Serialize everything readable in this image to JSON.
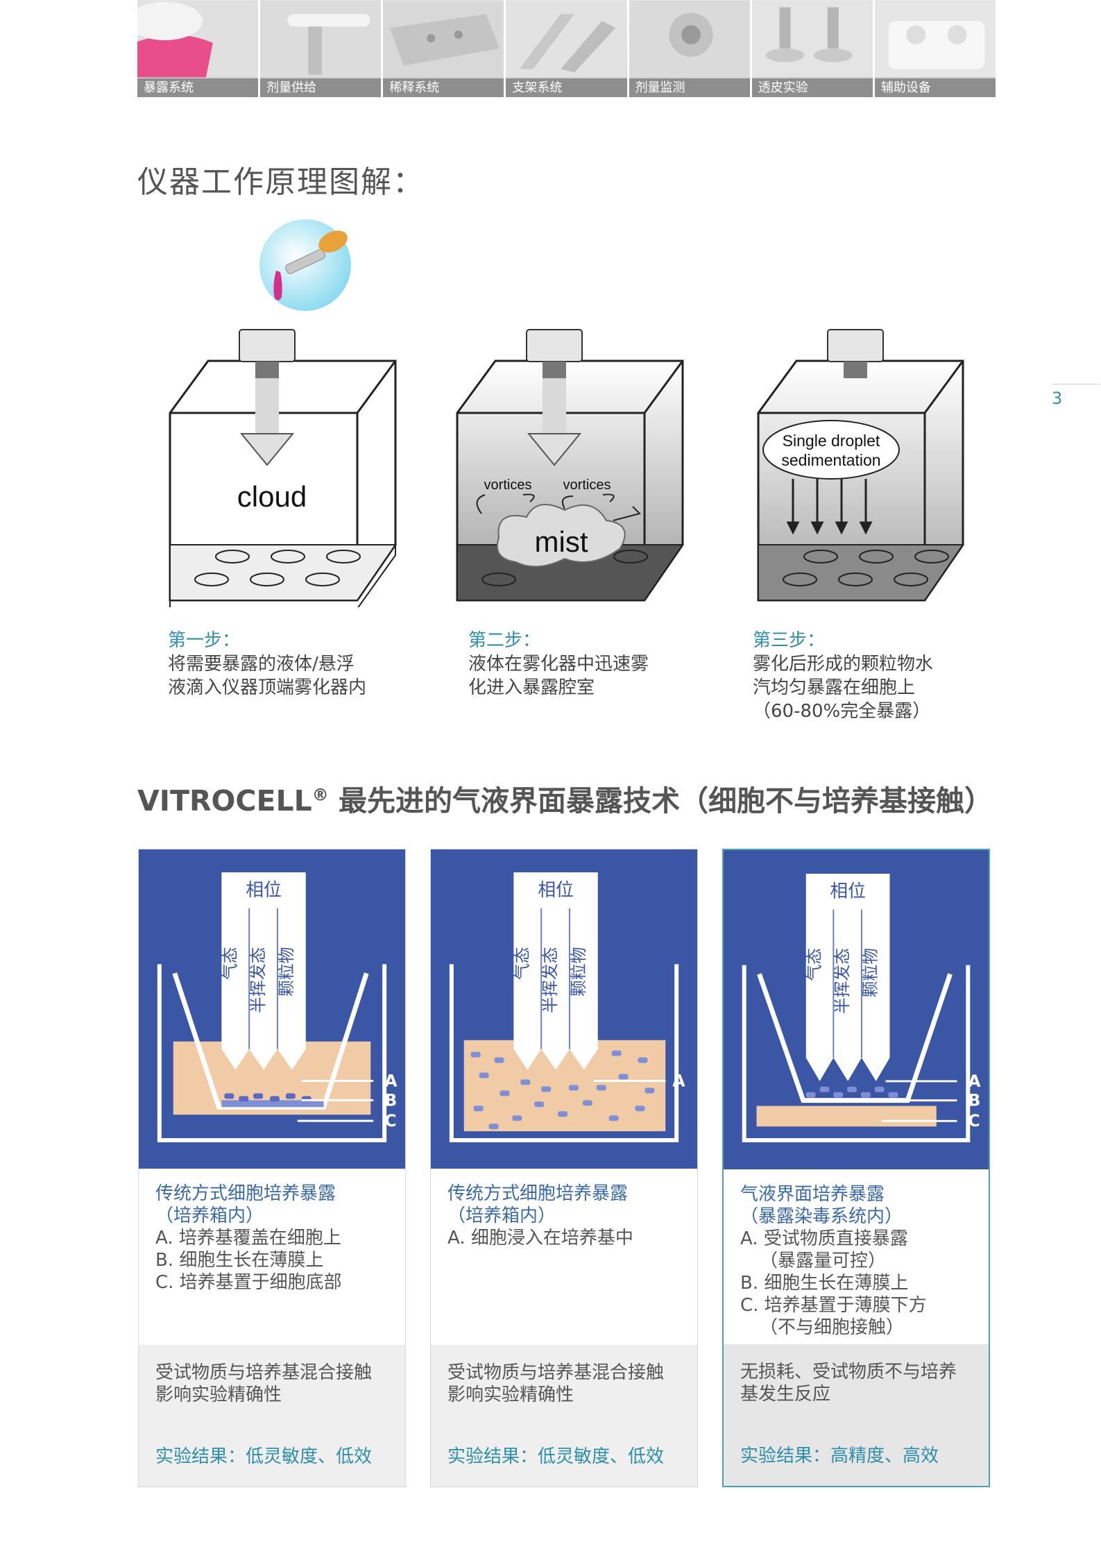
{
  "nav": {
    "tiles": [
      {
        "label": "暴露系统",
        "color": "#e8347a"
      },
      {
        "label": "剂量供给"
      },
      {
        "label": "稀释系统"
      },
      {
        "label": "支架系统"
      },
      {
        "label": "剂量监测"
      },
      {
        "label": "透皮实验"
      },
      {
        "label": "辅助设备"
      }
    ]
  },
  "page_number": "3",
  "section_title": "仪器工作原理图解：",
  "steps": [
    {
      "title": "第一步：",
      "lines": [
        "将需要暴露的液体/悬浮",
        "液滴入仪器顶端雾化器内"
      ],
      "diagram_label": "cloud"
    },
    {
      "title": "第二步：",
      "lines": [
        "液体在雾化器中迅速雾",
        "化进入暴露腔室"
      ],
      "diagram_label": "mist",
      "vortex_left": "vortices",
      "vortex_right": "vortices"
    },
    {
      "title": "第三步：",
      "lines": [
        "雾化后形成的颗粒物水",
        "汽均匀暴露在细胞上",
        "（60-80%完全暴露）"
      ],
      "bubble_line1": "Single droplet",
      "bubble_line2": "sedimentation"
    }
  ],
  "vitro": {
    "brand": "VITROCELL",
    "reg": "®",
    "title_rest": " 最先进的气液界面暴露技术（细胞不与培养基接触）"
  },
  "cards": [
    {
      "phase_label": "相位",
      "phases": [
        "气态",
        "半挥发态",
        "颗粒物"
      ],
      "markers": [
        "A",
        "B",
        "C"
      ],
      "title_lines": [
        "传统方式细胞培养暴露",
        "（培养箱内）"
      ],
      "items": [
        "A. 培养基覆盖在细胞上",
        "B. 细胞生长在薄膜上",
        "C. 培养基置于细胞底部"
      ],
      "note_lines": [
        "受试物质与培养基混合接触",
        "影响实验精确性"
      ],
      "result": "实验结果：低灵敏度、低效"
    },
    {
      "phase_label": "相位",
      "phases": [
        "气态",
        "半挥发态",
        "颗粒物"
      ],
      "markers": [
        "A"
      ],
      "title_lines": [
        "传统方式细胞培养暴露",
        "（培养箱内）"
      ],
      "items": [
        "A. 细胞浸入在培养基中"
      ],
      "note_lines": [
        "受试物质与培养基混合接触",
        "影响实验精确性"
      ],
      "result": "实验结果：低灵敏度、低效"
    },
    {
      "phase_label": "相位",
      "phases": [
        "气态",
        "半挥发态",
        "颗粒物"
      ],
      "markers": [
        "A",
        "B",
        "C"
      ],
      "title_lines": [
        "气液界面培养暴露",
        "（暴露染毒系统内）"
      ],
      "items": [
        "A. 受试物质直接暴露",
        "（暴露量可控）",
        "B. 细胞生长在薄膜上",
        "C. 培养基置于薄膜下方",
        "（不与细胞接触）"
      ],
      "note_lines": [
        "无损耗、受试物质不与培养",
        "基发生反应"
      ],
      "result": "实验结果：高精度、高效"
    }
  ],
  "colors": {
    "accent": "#2e8fa8",
    "card_blue": "#3a56a4",
    "medium": "#f0cba6",
    "cells": "#7f8fd6"
  }
}
